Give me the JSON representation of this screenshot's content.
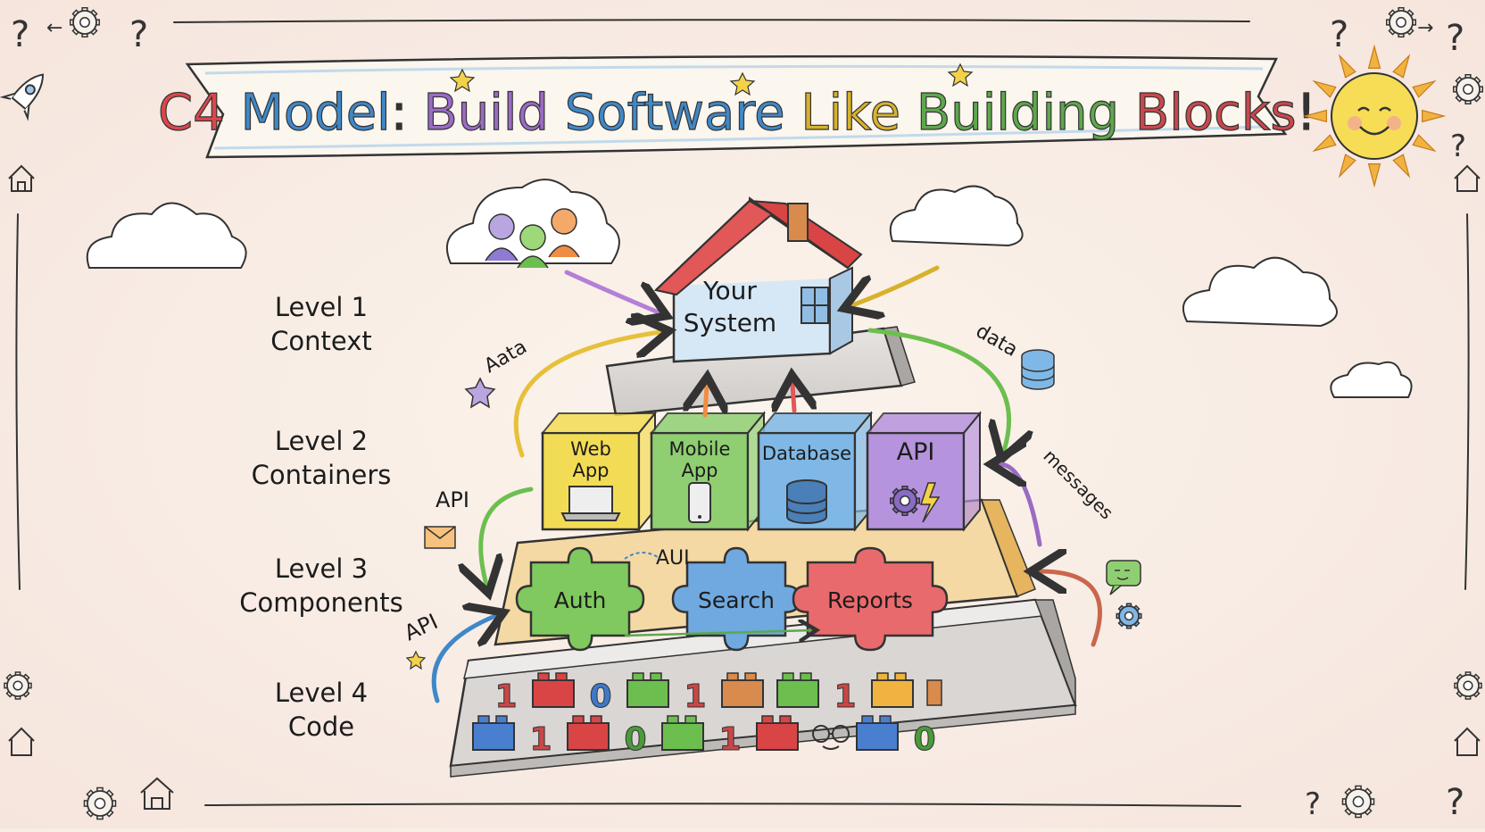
{
  "title": {
    "segments": [
      {
        "text": "C4",
        "color": "#d9474b"
      },
      {
        "text": "Model",
        "color": "#3f88c8"
      },
      {
        "text": ":",
        "color": "#333333"
      },
      {
        "text": "Build",
        "color": "#9b6bc4"
      },
      {
        "text": "Software",
        "color": "#3f88c8"
      },
      {
        "text": "Like",
        "color": "#d8b12c"
      },
      {
        "text": "Building",
        "color": "#5da84c"
      },
      {
        "text": "Blocks",
        "color": "#c9474d"
      },
      {
        "text": "!",
        "color": "#333333"
      }
    ]
  },
  "levels": [
    {
      "line1": "Level 1",
      "line2": "Context"
    },
    {
      "line1": "Level 2",
      "line2": "Containers"
    },
    {
      "line1": "Level 3",
      "line2": "Components"
    },
    {
      "line1": "Level 4",
      "line2": "Code"
    }
  ],
  "house": {
    "line1": "Your",
    "line2": "System"
  },
  "containers": [
    {
      "line1": "Web",
      "line2": "App",
      "color": "#f3dc55",
      "icon": "laptop-icon"
    },
    {
      "line1": "Mobile",
      "line2": "App",
      "color": "#8fcf72",
      "icon": "phone-icon"
    },
    {
      "line1": "Database",
      "line2": "",
      "color": "#7fb8e6",
      "icon": "database-icon"
    },
    {
      "line1": "API",
      "line2": "",
      "color": "#b693dd",
      "icon": "gear-bolt-icon"
    }
  ],
  "components": [
    {
      "label": "Auth",
      "color": "#7fc95f"
    },
    {
      "label": "Search",
      "color": "#6fa9e0"
    },
    {
      "label": "Reports",
      "color": "#e96a6d"
    }
  ],
  "component_connector_label": "AUI",
  "arrow_labels": {
    "left_top": "Aata",
    "right_top": "data",
    "left_mid": "API",
    "right_mid": "messages",
    "left_low": "API"
  },
  "code_rows": [
    [
      "1",
      "lego-red",
      "0",
      "lego-green",
      "1",
      "lego-orange",
      "lego-green",
      "1",
      "lego-yellow",
      "robot"
    ],
    [
      "lego-blue",
      "1",
      "lego-red",
      "0",
      "lego-green",
      "1",
      "lego-red",
      "glasses",
      "lego-blue",
      "0"
    ]
  ]
}
